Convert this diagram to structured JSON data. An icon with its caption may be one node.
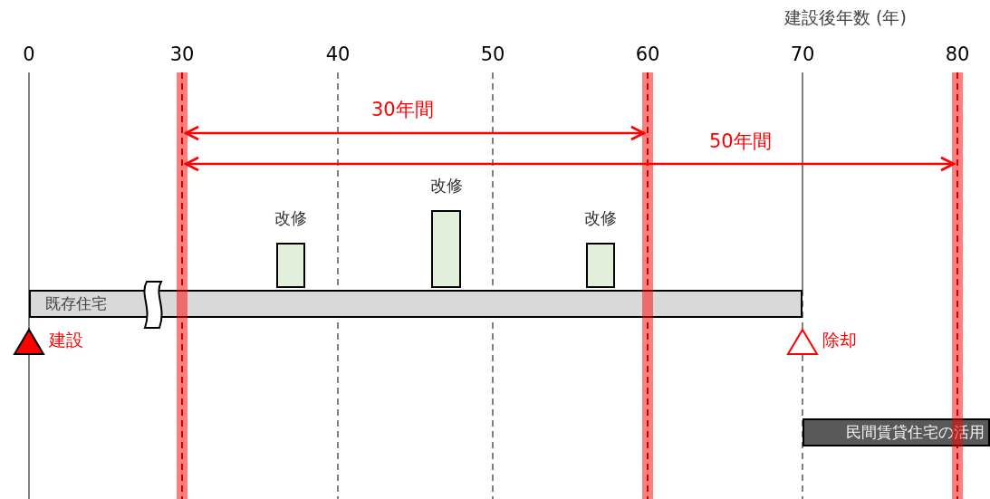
{
  "diagram": {
    "nodes": [
      {
        "text": [
          "既存住宅"
        ]
      },
      {
        "text": [
          "改修"
        ]
      },
      {
        "text": [
          "改修"
        ]
      },
      {
        "text": [
          "改修"
        ]
      },
      {
        "text": [],
        "shape": "triangle",
        "beside": [
          "建設"
        ]
      },
      {
        "text": [],
        "shape": "triangle",
        "beside": [
          "除却"
        ]
      },
      {
        "text": [
          "民間賃貸住宅の活用"
        ]
      }
    ],
    "edges": [],
    "labels": [
      "建設後年数 (年)",
      "0",
      "30",
      "40",
      "50",
      "60",
      "70",
      "80",
      "30年間",
      "50年間"
    ]
  }
}
